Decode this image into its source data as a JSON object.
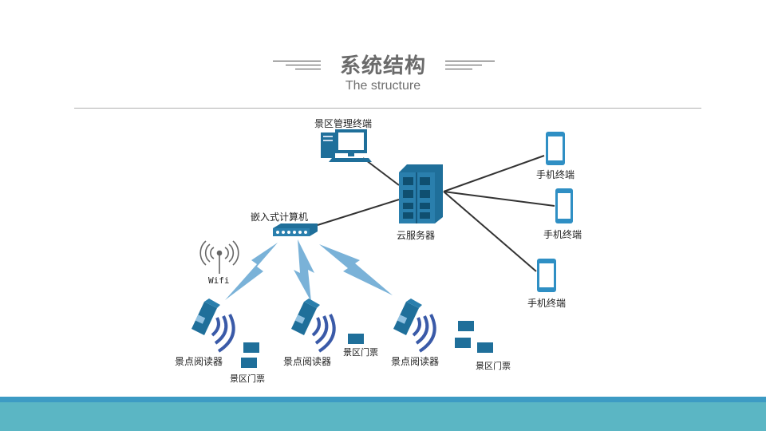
{
  "header": {
    "title": "系统结构",
    "subtitle": "The structure"
  },
  "nodes": {
    "management_terminal": "景区管理终端",
    "cloud_server": "云服务器",
    "embedded_computer": "嵌入式计算机",
    "wifi": "Wifi",
    "phone_terminal_1": "手机终端",
    "phone_terminal_2": "手机终端",
    "phone_terminal_3": "手机终端",
    "reader_1": "景点阅读器",
    "reader_2": "景点阅读器",
    "reader_3": "景点阅读器",
    "ticket_1": "景区门票",
    "ticket_2": "景区门票",
    "ticket_3": "景区门票"
  },
  "colors": {
    "device_blue": "#1f6f9a",
    "signal_blue": "#3a5aa8",
    "bolt_blue": "#7ab2d8",
    "footer": "#5bb6c4",
    "footer_top": "#3d9bc4"
  }
}
